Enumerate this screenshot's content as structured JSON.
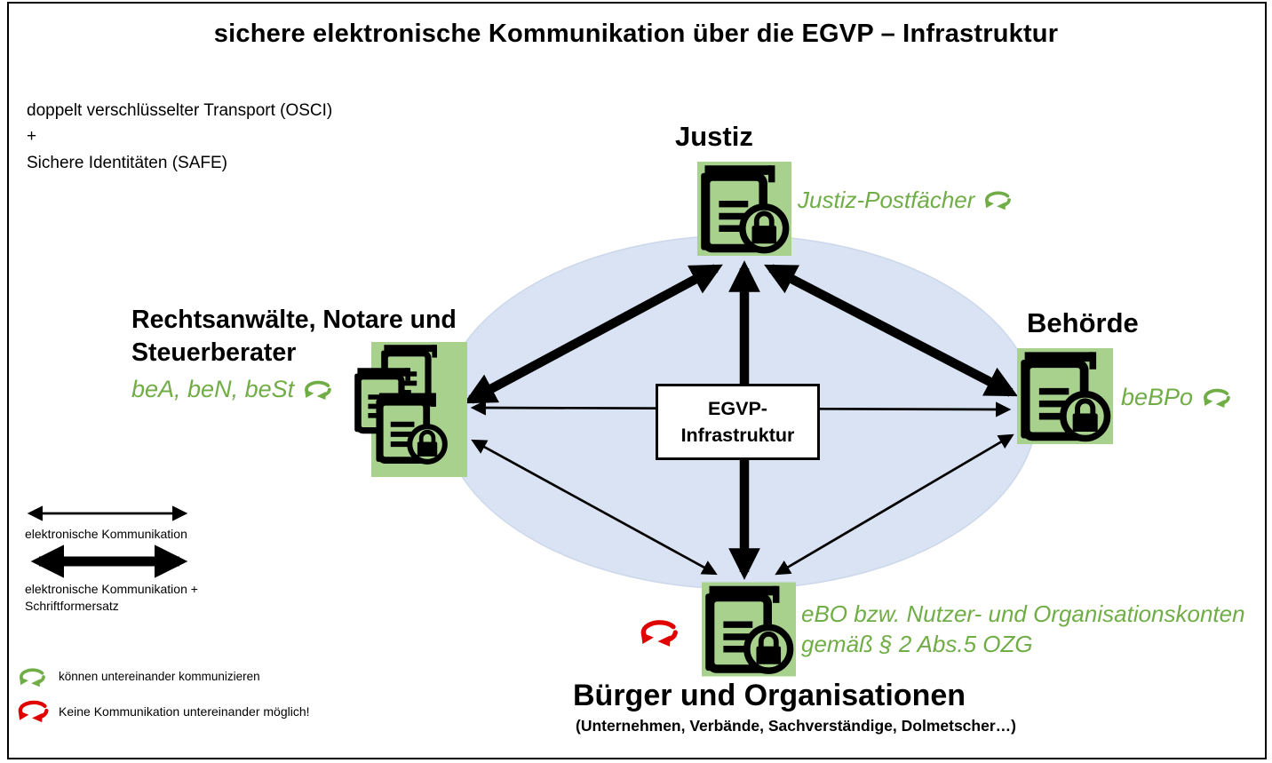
{
  "title": "sichere elektronische Kommunikation über die EGVP  – Infrastruktur",
  "colors": {
    "icon_green": "#A9D18E",
    "text_green": "#70AD47",
    "ellipse_blue": "#DAE3F3",
    "alert_red": "#E00000"
  },
  "encryption_note": {
    "line1": "doppelt verschlüsselter Transport (OSCI)",
    "line2": "+",
    "line3": "Sichere Identitäten (SAFE)"
  },
  "hub": {
    "label_line1": "EGVP-",
    "label_line2": "Infrastruktur"
  },
  "nodes": {
    "justiz": {
      "title": "Justiz",
      "mailbox_label": "Justiz-Postfächer",
      "icon": "secure-document-icon",
      "status_icon": "green-sync-icon"
    },
    "lawyers": {
      "title_line1": "Rechtsanwälte, Notare und",
      "title_line2": "Steuerberater",
      "mailbox_label": "beA, beN, beSt",
      "icon": "secure-document-stack-icon",
      "status_icon": "green-sync-icon"
    },
    "behoerde": {
      "title": "Behörde",
      "mailbox_label": "beBPo",
      "icon": "secure-document-icon",
      "status_icon": "green-sync-icon"
    },
    "buerger": {
      "title": "Bürger und Organisationen",
      "subtitle": "(Unternehmen, Verbände, Sachverständige, Dolmetscher…)",
      "mailbox_label_line1": "eBO bzw. Nutzer- und Organisationskonten",
      "mailbox_label_line2": "gemäß § 2 Abs.5 OZG",
      "icon": "secure-document-icon",
      "status_icon": "red-no-sync-icon"
    }
  },
  "legend": {
    "thin_arrow_label": "elektronische Kommunikation",
    "thick_arrow_label_line1": "elektronische Kommunikation +",
    "thick_arrow_label_line2": "Schriftformersatz",
    "green_icon_label": "können untereinander kommunizieren",
    "red_icon_label": "Keine Kommunikation untereinander möglich!"
  },
  "connections": [
    {
      "from": "Justiz",
      "to": "Rechtsanwälte, Notare und Steuerberater",
      "type": "elektronische Kommunikation + Schriftformersatz"
    },
    {
      "from": "Justiz",
      "to": "Behörde",
      "type": "elektronische Kommunikation + Schriftformersatz"
    },
    {
      "from": "Justiz",
      "to": "Bürger und Organisationen",
      "type": "elektronische Kommunikation + Schriftformersatz"
    },
    {
      "from": "Rechtsanwälte, Notare und Steuerberater",
      "to": "Behörde",
      "type": "elektronische Kommunikation"
    },
    {
      "from": "Rechtsanwälte, Notare und Steuerberater",
      "to": "Bürger und Organisationen",
      "type": "elektronische Kommunikation"
    },
    {
      "from": "Behörde",
      "to": "Bürger und Organisationen",
      "type": "elektronische Kommunikation"
    }
  ]
}
